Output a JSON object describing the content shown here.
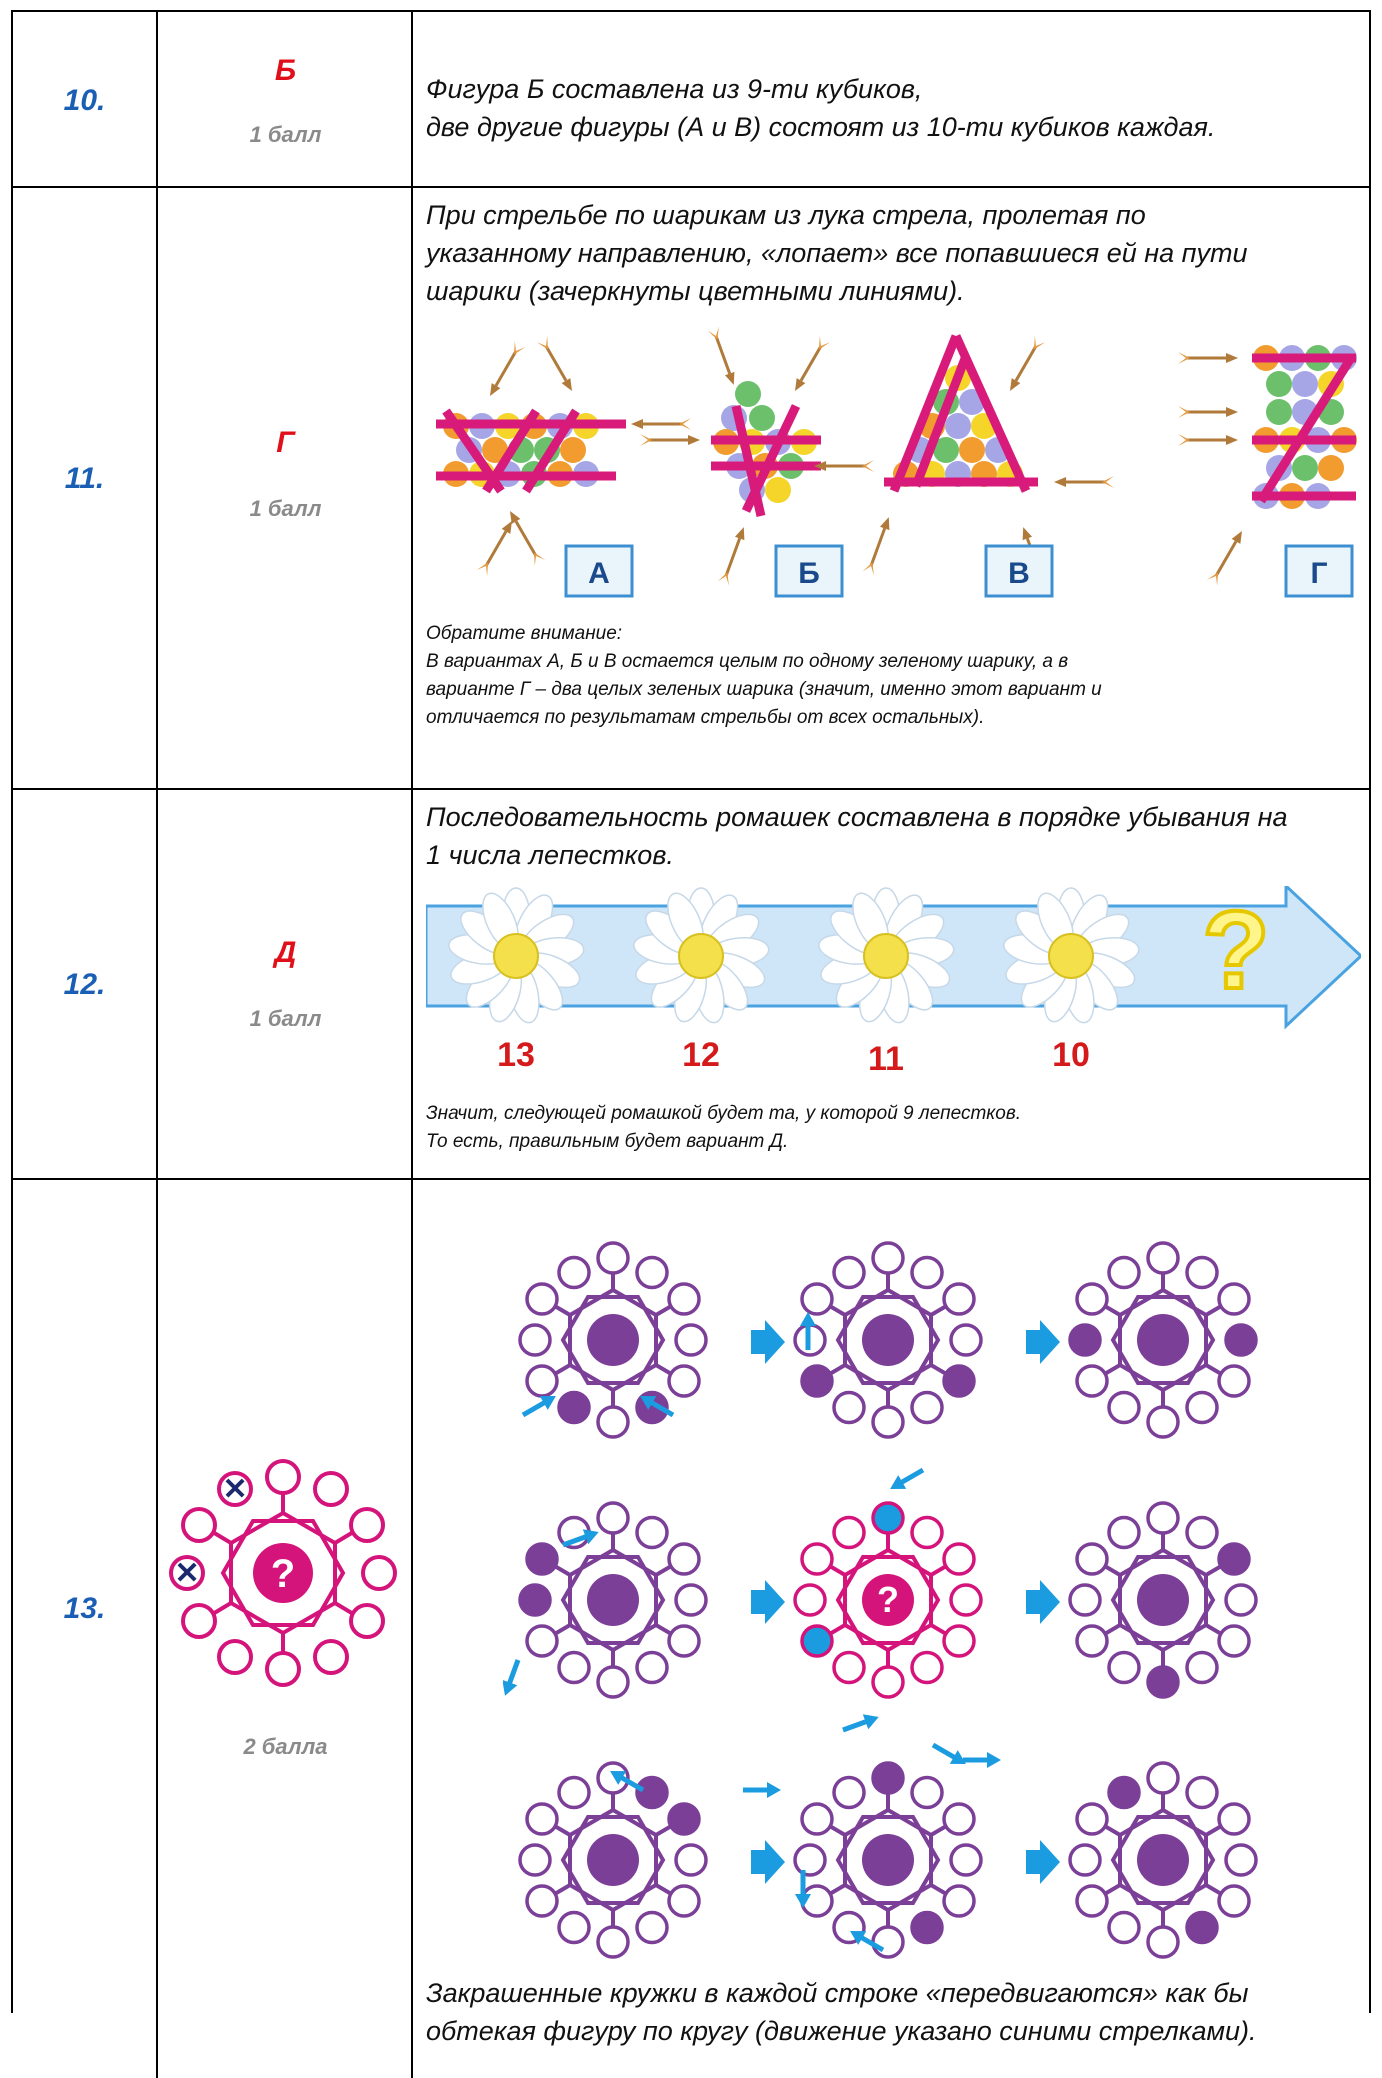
{
  "rows": [
    {
      "number": "10.",
      "answer": "Б",
      "points": "1 балл",
      "text": [
        "Фигура Б составлена из 9-ти кубиков,",
        "две другие фигуры (А и В) состоят из 10-ти кубиков каждая."
      ]
    },
    {
      "number": "11.",
      "answer": "Г",
      "points": "1 балл",
      "text": [
        "При стрельбе по шарикам из лука стрела, пролетая по",
        "указанному направлению, «лопает» все попавшиеся ей на пути",
        "шарики (зачеркнуты цветными линиями)."
      ],
      "option_labels": [
        "А",
        "Б",
        "В",
        "Г"
      ],
      "note": [
        "Обратите внимание:",
        "В вариантах  А, Б и В остается целым по одному зеленому шарику, а в",
        "варианте Г – два целых зеленых шарика (значит, именно этот вариант и",
        "отличается по результатам стрельбы от всех остальных)."
      ]
    },
    {
      "number": "12.",
      "answer": "Д",
      "points": "1 балл",
      "text": [
        "Последовательность ромашек составлена в порядке убывания на",
        "1 числа лепестков."
      ],
      "petal_counts": [
        "13",
        "12",
        "11",
        "10"
      ],
      "question_mark": "?",
      "note": [
        "Значит, следующей ромашкой будет та, у которой 9 лепестков.",
        "То есть, правильным будет вариант  Д."
      ]
    },
    {
      "number": "13.",
      "points": "2 балла",
      "question_mark": "?",
      "cross_mark": "✕",
      "text": [
        "Закрашенные кружки в каждой строке «передвигаются» как бы",
        "обтекая фигуру по кругу (движение указано синими стрелками)."
      ]
    }
  ],
  "colors": {
    "number": "#1a5fb4",
    "answer": "#e0101a",
    "points": "#8a8a8a",
    "strike": "#d81b7a",
    "purple": "#7b3f98",
    "magenta": "#d4147a",
    "blue_arrow": "#1b9be0"
  }
}
